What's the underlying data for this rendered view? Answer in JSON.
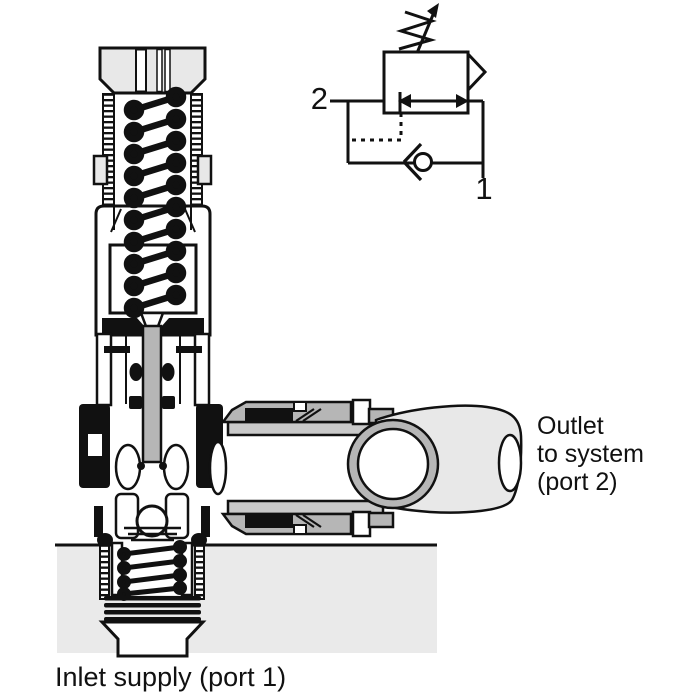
{
  "labels": {
    "port2": "2",
    "port1": "1",
    "outlet": "Outlet\nto system\n(port 2)",
    "inlet": "Inlet supply (port 1)"
  },
  "schematic": {
    "icons": [
      {
        "name": "adjustable-spring-icon",
        "shape": "zigzag spring crossed by diagonal arrow"
      },
      {
        "name": "relief-vent-triangle-icon",
        "shape": "hollow right-pointing triangle"
      },
      {
        "name": "flow-path-arrow-icon",
        "shape": "double-headed horizontal arrow in box"
      },
      {
        "name": "pilot-line-icon",
        "shape": "dashed pressure-sensing line"
      },
      {
        "name": "check-valve-icon",
        "shape": "circle seated against chevron"
      }
    ]
  },
  "colors": {
    "line": "#111111",
    "light_gray": "#e8e8e8",
    "mid_gray": "#b6b6b6",
    "tube_wall": "#c9c9c9",
    "manifold": "#eaeaea",
    "white": "#ffffff"
  }
}
